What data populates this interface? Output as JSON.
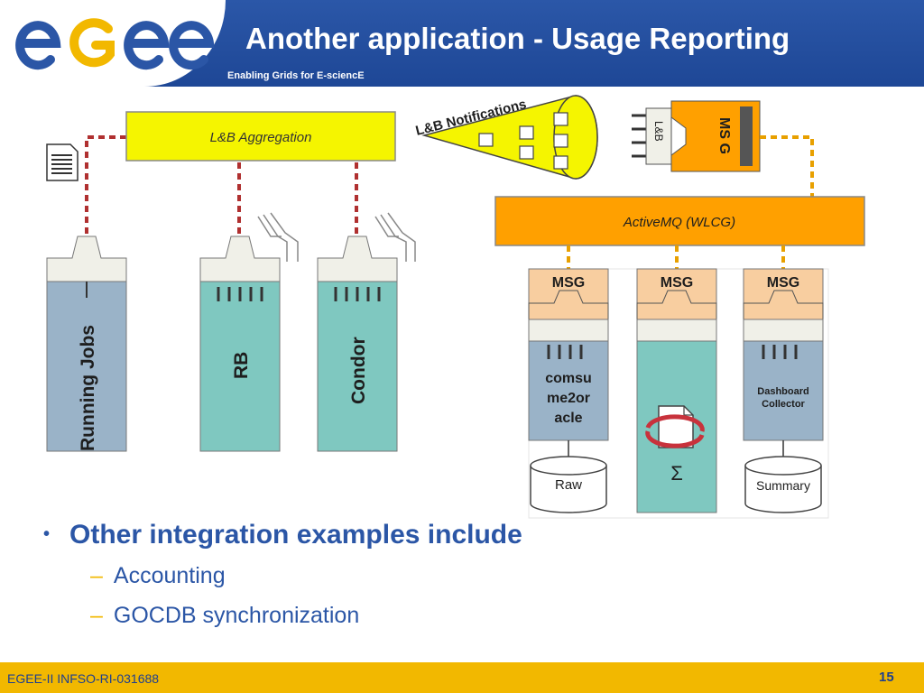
{
  "header": {
    "logo_text": "egee",
    "title": "Another application - Usage Reporting",
    "subtitle": "Enabling Grids for E-sciencE"
  },
  "diagram": {
    "aggregation_label": "L&B Aggregation",
    "notifications_label": "L&B Notifications",
    "lb_label": "L&B",
    "msg_plug_label": "MS G",
    "activemq_label": "ActiveMQ (WLCG)",
    "left_cylinders": [
      "Running Jobs",
      "RB",
      "Condor"
    ],
    "msg_labels": [
      "MSG",
      "MSG",
      "MSG"
    ],
    "consumer_label": "comsu me2or acle",
    "consumer_lines": [
      "comsu",
      "me2or",
      "acle"
    ],
    "sigma_label": "Σ",
    "collector_lines": [
      "Dashboard",
      "Collector"
    ],
    "db_labels": [
      "Raw",
      "Summary"
    ],
    "colors": {
      "yellow": "#f5f500",
      "orange": "#ffa000",
      "teal": "#7fc8c0",
      "steel": "#9ab3c8",
      "peach": "#f8ceA0",
      "connector": "#b03030",
      "connector_orange": "#e8a000"
    }
  },
  "content": {
    "bullet_main": "Other integration examples include",
    "sub_items": [
      "Accounting",
      "GOCDB synchronization"
    ]
  },
  "footer": {
    "left_text": "EGEE-II INFSO-RI-031688",
    "page_number": "15"
  }
}
